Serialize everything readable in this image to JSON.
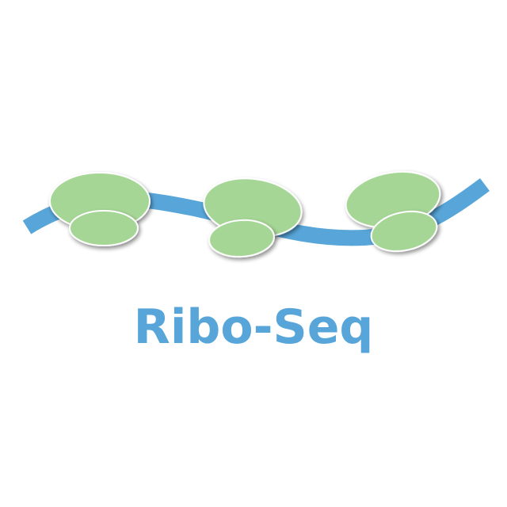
{
  "title": "Ribo-Seq",
  "colors": {
    "mrna_strand": "#58A6D9",
    "ribosome_fill": "#A5D695",
    "ribosome_outline": "#FFFFFF",
    "title_text": "#58A6D9",
    "background": "#FFFFFF"
  },
  "diagram": {
    "strand": "mrna-strand",
    "ribosome_count": 3,
    "ribosome_parts": [
      "large-subunit",
      "small-subunit"
    ]
  }
}
